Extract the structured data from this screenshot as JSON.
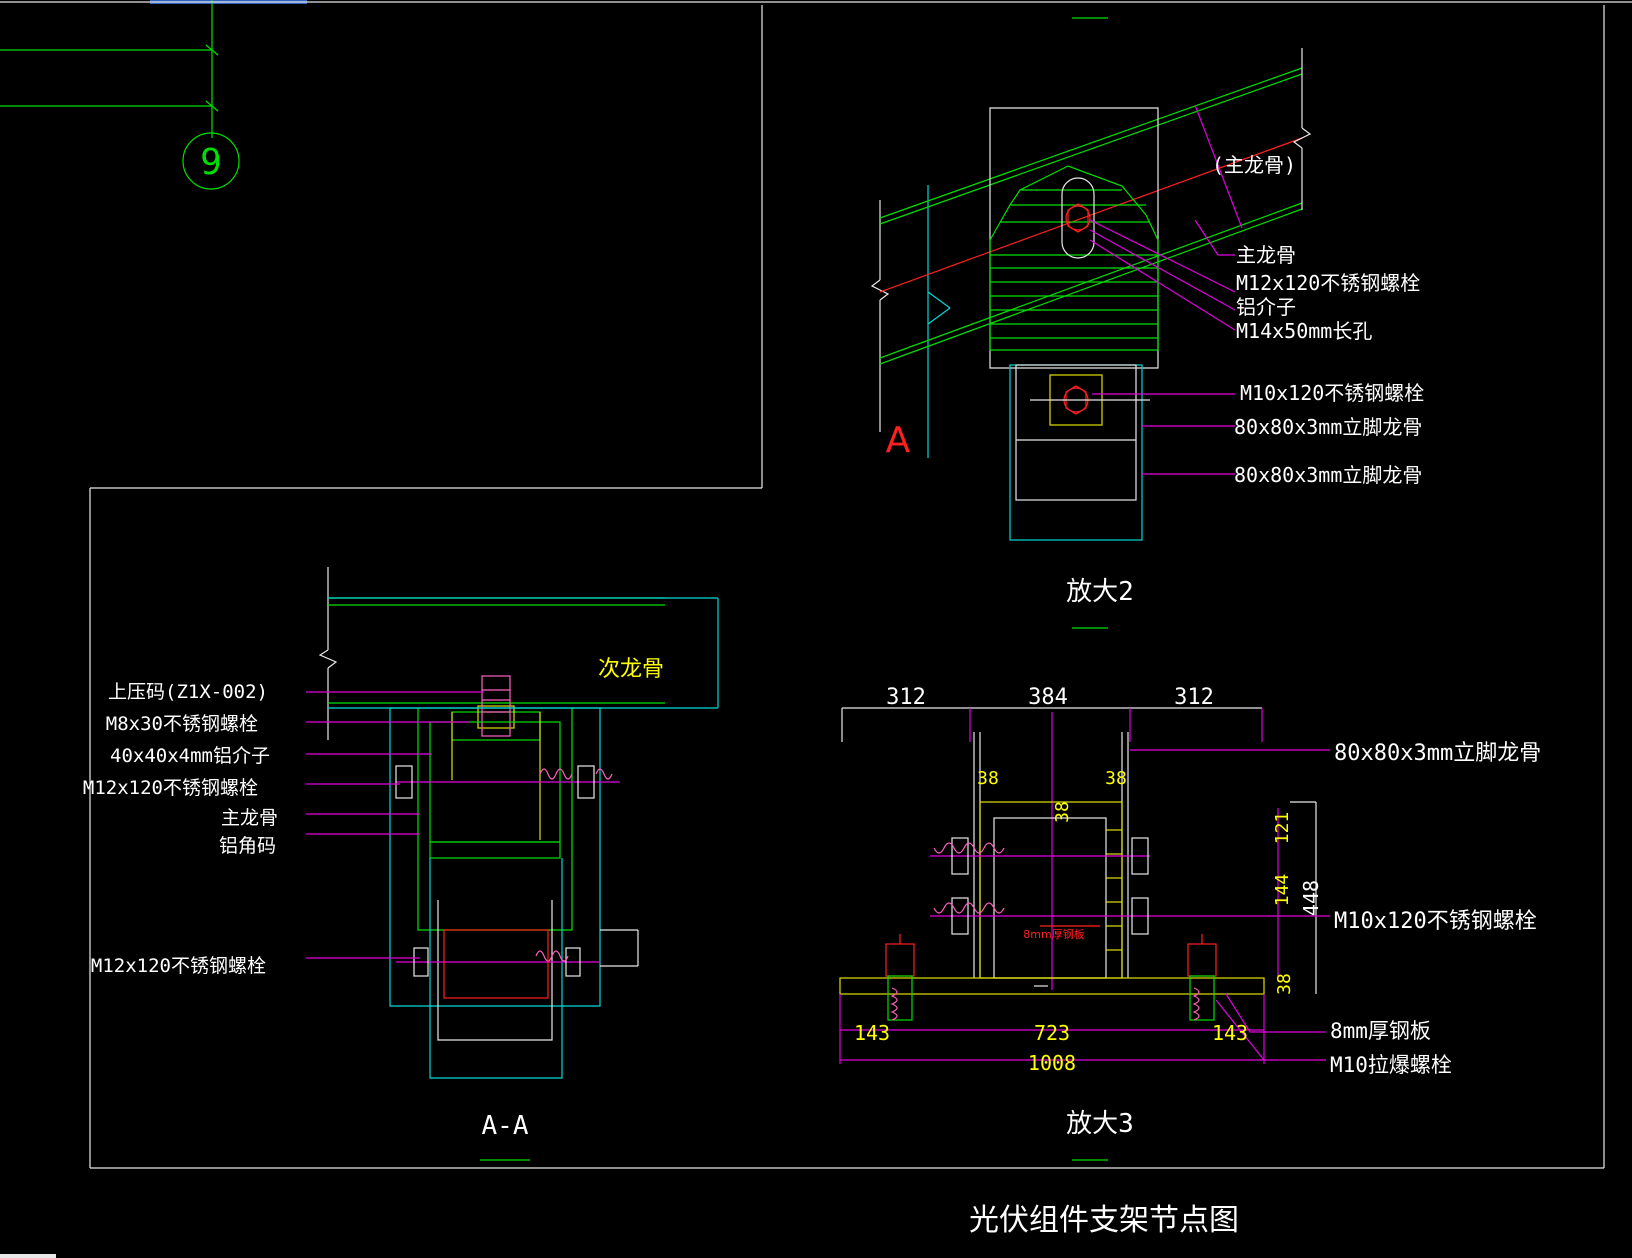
{
  "grid_bubble": {
    "label": "9"
  },
  "detail2": {
    "title": "放大2",
    "section_mark": "A",
    "labels": [
      "(主龙骨)",
      "主龙骨",
      "M12x120不锈钢螺栓",
      "铝介子",
      "M14x50mm长孔",
      "M10x120不锈钢螺栓",
      "80x80x3mm立脚龙骨",
      "80x80x3mm立脚龙骨"
    ]
  },
  "sectionAA": {
    "title": "A-A",
    "secondary_beam": "次龙骨",
    "labels": [
      "上压码(Z1X-002)",
      "M8x30不锈钢螺栓",
      "40x40x4mm铝介子",
      "M12x120不锈钢螺栓",
      "主龙骨",
      "铝角码",
      "M12x120不锈钢螺栓"
    ]
  },
  "detail3": {
    "title": "放大3",
    "dims_top": [
      "312",
      "384",
      "312"
    ],
    "dims_inner": [
      "38",
      "38",
      "38"
    ],
    "dims_right": [
      "121",
      "144",
      "448",
      "38"
    ],
    "dims_bottom": [
      "143",
      "723",
      "143",
      "1008"
    ],
    "plate_note": "8mm厚钢板",
    "labels": [
      "80x80x3mm立脚龙骨",
      "M10x120不锈钢螺栓",
      "8mm厚钢板",
      "M10拉爆螺栓"
    ]
  },
  "sheet_title": "光伏组件支架节点图"
}
